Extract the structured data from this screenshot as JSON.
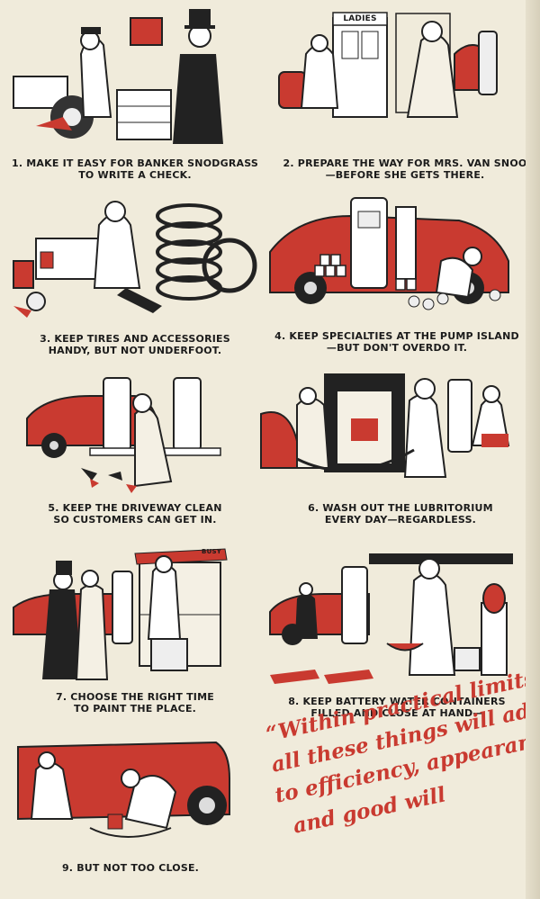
{
  "panels": [
    {
      "id": 1,
      "caption": [
        "1. MAKE IT EASY FOR BANKER SNODGRASS",
        "TO WRITE A CHECK."
      ],
      "sign": ""
    },
    {
      "id": 2,
      "caption": [
        "2. PREPARE THE WAY FOR MRS. VAN SNOO",
        "—BEFORE SHE GETS THERE."
      ],
      "sign": "LADIES"
    },
    {
      "id": 3,
      "caption": [
        "3. KEEP TIRES AND ACCESSORIES",
        "HANDY, BUT NOT UNDERFOOT."
      ],
      "sign": ""
    },
    {
      "id": 4,
      "caption": [
        "4. KEEP SPECIALTIES AT THE PUMP ISLAND",
        "—BUT DON'T OVERDO IT."
      ],
      "sign": ""
    },
    {
      "id": 5,
      "caption": [
        "5. KEEP THE DRIVEWAY CLEAN",
        "SO CUSTOMERS CAN GET IN."
      ],
      "sign": ""
    },
    {
      "id": 6,
      "caption": [
        "6. WASH OUT THE LUBRITORIUM",
        "EVERY DAY—REGARDLESS."
      ],
      "sign": ""
    },
    {
      "id": 7,
      "caption": [
        "7. CHOOSE THE RIGHT TIME",
        "TO PAINT THE PLACE."
      ],
      "sign": "BUSY"
    },
    {
      "id": 8,
      "caption": [
        "8. KEEP BATTERY WATER CONTAINERS",
        "FILLED AND CLOSE AT HAND—"
      ],
      "sign": ""
    },
    {
      "id": 9,
      "caption": [
        "9. BUT NOT TOO CLOSE."
      ],
      "sign": ""
    }
  ],
  "quote": {
    "lines": [
      "“Within practical limits,”",
      "all these things will add",
      "to efficiency, appearance",
      "and good will"
    ]
  },
  "colors": {
    "paper": "#f0ebdb",
    "accent_red": "#c93a30",
    "ink": "#1b1b1b"
  }
}
